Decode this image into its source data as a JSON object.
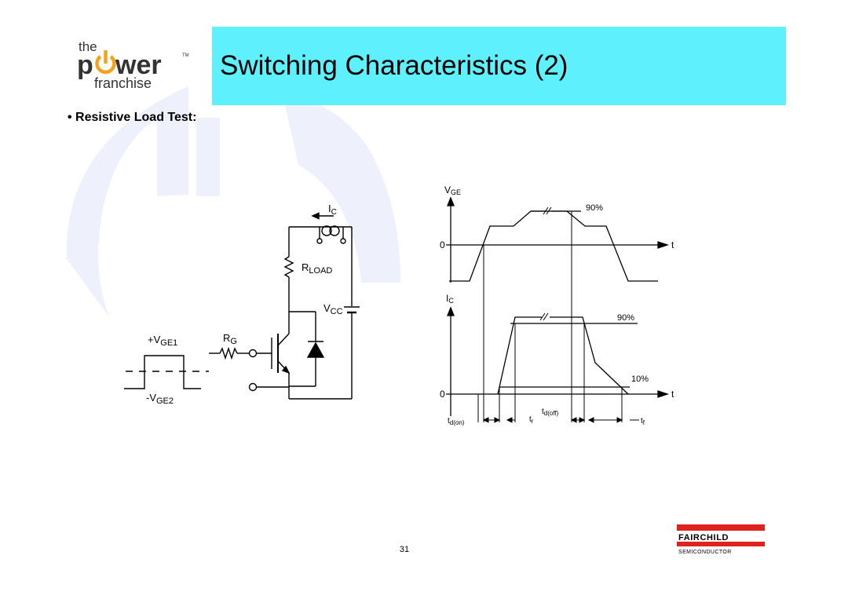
{
  "slide": {
    "title": "Switching Characteristics (2)",
    "bullet": "• Resistive Load Test:",
    "page_number": "31"
  },
  "logo": {
    "line1": "the",
    "line2_a": "p",
    "line2_b": "wer",
    "line3": "franchise",
    "tm": "TM",
    "accent_color": "#f5a31a"
  },
  "brand": {
    "name": "FAIRCHILD",
    "sub": "SEMICONDUCTOR",
    "color": "#e0221f"
  },
  "colors": {
    "title_bg": "#5ef0fd",
    "watermark": "#eef0fb"
  },
  "circuit": {
    "ic": "I",
    "ic_sub": "C",
    "rload": "R",
    "rload_sub": "LOAD",
    "vcc": "V",
    "vcc_sub": "CC",
    "rg": "R",
    "rg_sub": "G",
    "vge1_pre": "+V",
    "vge1_sub": "GE1",
    "vge2_pre": "-V",
    "vge2_sub": "GE2"
  },
  "timing": {
    "vge": "V",
    "vge_sub": "GE",
    "ic": "I",
    "ic_sub": "C",
    "zero_top": "0",
    "zero_bottom": "0",
    "t_top": "t",
    "t_bottom": "t",
    "pct90_top": "90%",
    "pct90_bottom": "90%",
    "pct10": "10%",
    "td_on": "t",
    "td_on_sub": "d(on)",
    "tr": "t",
    "tr_sub": "r",
    "td_off": "t",
    "td_off_sub": "d(off)",
    "tf": "t",
    "tf_sub": "f"
  }
}
